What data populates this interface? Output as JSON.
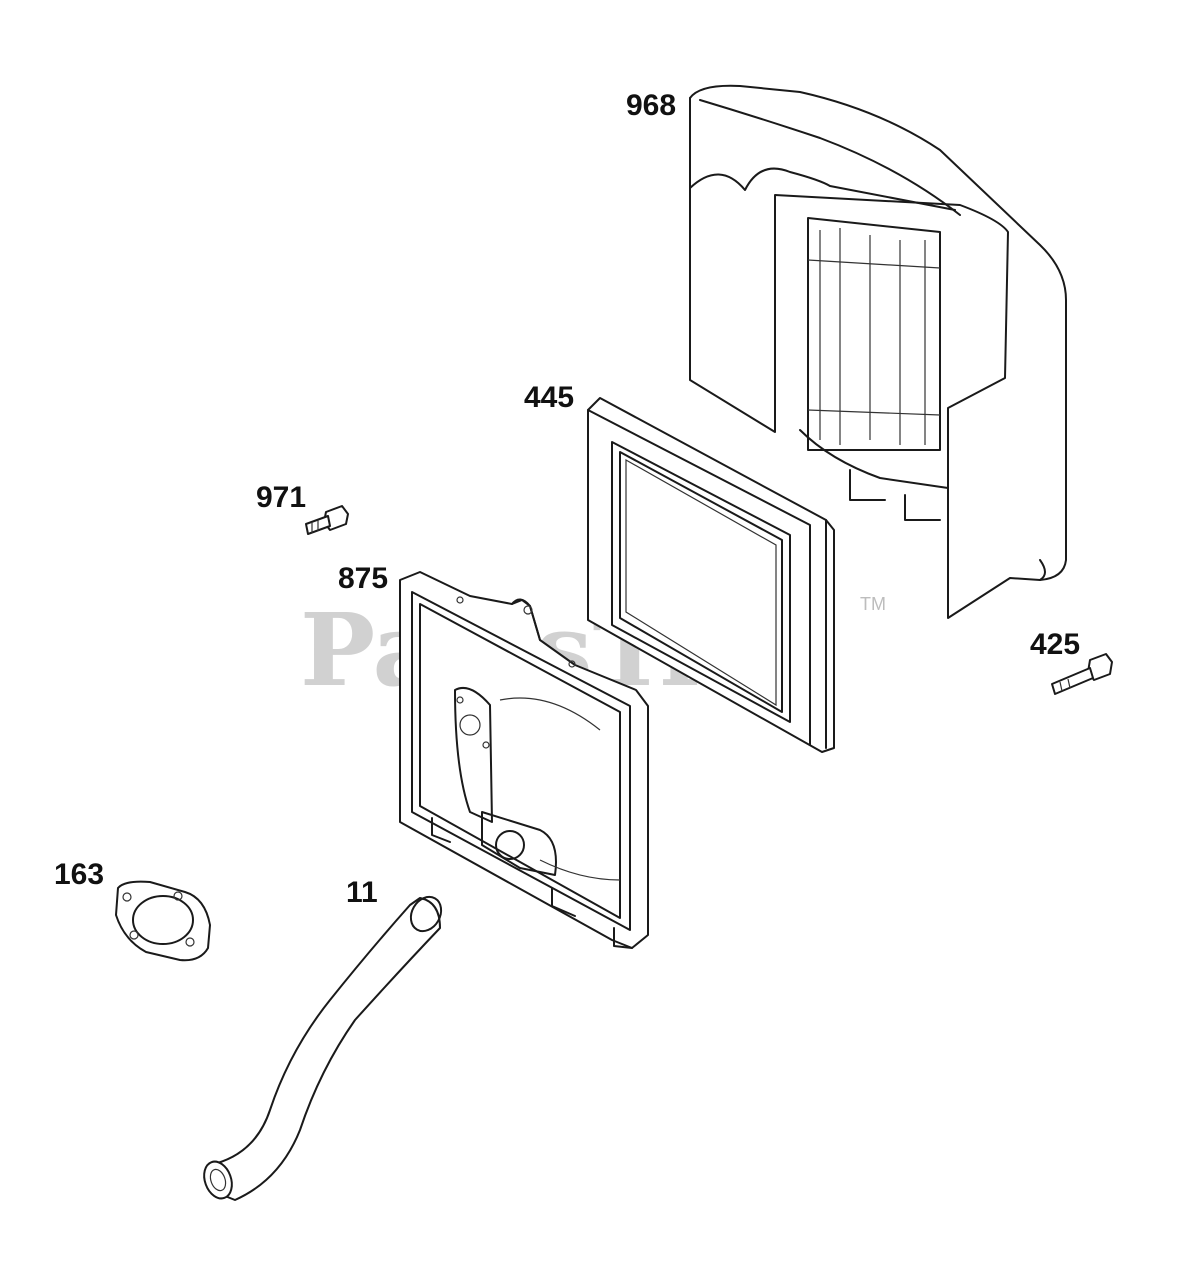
{
  "watermark": {
    "brand": "PartsTree",
    "trademark": "TM"
  },
  "callouts": [
    {
      "id": "air-cleaner-cover",
      "label": "968"
    },
    {
      "id": "air-filter",
      "label": "445"
    },
    {
      "id": "cover-screw",
      "label": "971"
    },
    {
      "id": "air-cleaner-base",
      "label": "875"
    },
    {
      "id": "base-bolt",
      "label": "425"
    },
    {
      "id": "gasket",
      "label": "163"
    },
    {
      "id": "breather-tube",
      "label": "11"
    }
  ],
  "colors": {
    "line": "#1a1a1a",
    "label": "#111111",
    "watermark": "#c9c9c9",
    "background": "#ffffff"
  }
}
